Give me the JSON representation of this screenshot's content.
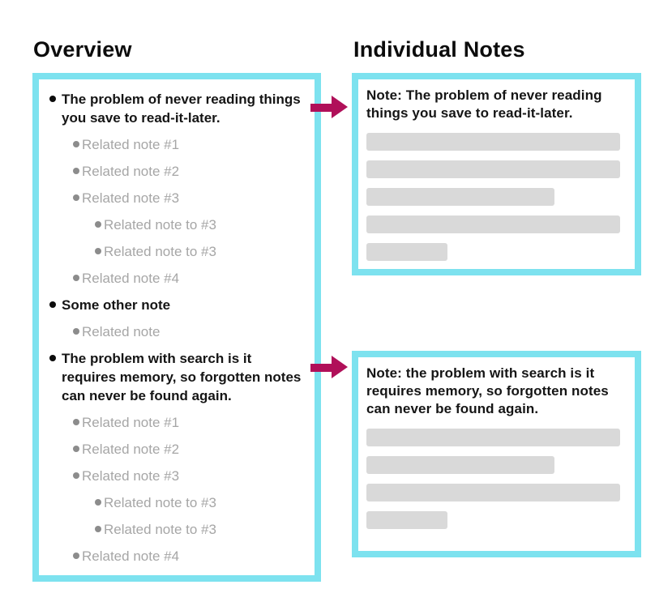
{
  "colors": {
    "panel_border": "#7de2ef",
    "arrow": "#b01059",
    "bar_fill": "#d9d9d9",
    "text_primary": "#151515",
    "text_muted": "#a6a6a6",
    "bullet_muted": "#8c8c8c"
  },
  "overview": {
    "title": "Overview",
    "items": [
      {
        "level": 0,
        "text": "The problem of never reading things you save to read-it-later."
      },
      {
        "level": 1,
        "text": "Related note #1"
      },
      {
        "level": 1,
        "text": "Related note #2"
      },
      {
        "level": 1,
        "text": "Related note #3"
      },
      {
        "level": 2,
        "text": "Related note to #3"
      },
      {
        "level": 2,
        "text": "Related note to #3"
      },
      {
        "level": 1,
        "text": "Related note #4"
      },
      {
        "level": 0,
        "text": "Some other note"
      },
      {
        "level": 1,
        "text": "Related note"
      },
      {
        "level": 0,
        "text": "The problem with search is it requires memory, so forgotten notes can never be found again."
      },
      {
        "level": 1,
        "text": "Related note #1"
      },
      {
        "level": 1,
        "text": "Related note #2"
      },
      {
        "level": 1,
        "text": "Related note #3"
      },
      {
        "level": 2,
        "text": "Related note to #3"
      },
      {
        "level": 2,
        "text": "Related note to #3"
      },
      {
        "level": 1,
        "text": "Related note #4"
      }
    ]
  },
  "individual_notes": {
    "title": "Individual Notes",
    "cards": [
      {
        "text": "Note: The problem of never reading things you save to read-it-later.",
        "bars": [
          100,
          100,
          74,
          100,
          32
        ]
      },
      {
        "text": "Note: the problem with search is it requires memory, so forgotten notes can never be found again.",
        "bars": [
          100,
          74,
          100,
          32
        ]
      }
    ]
  }
}
